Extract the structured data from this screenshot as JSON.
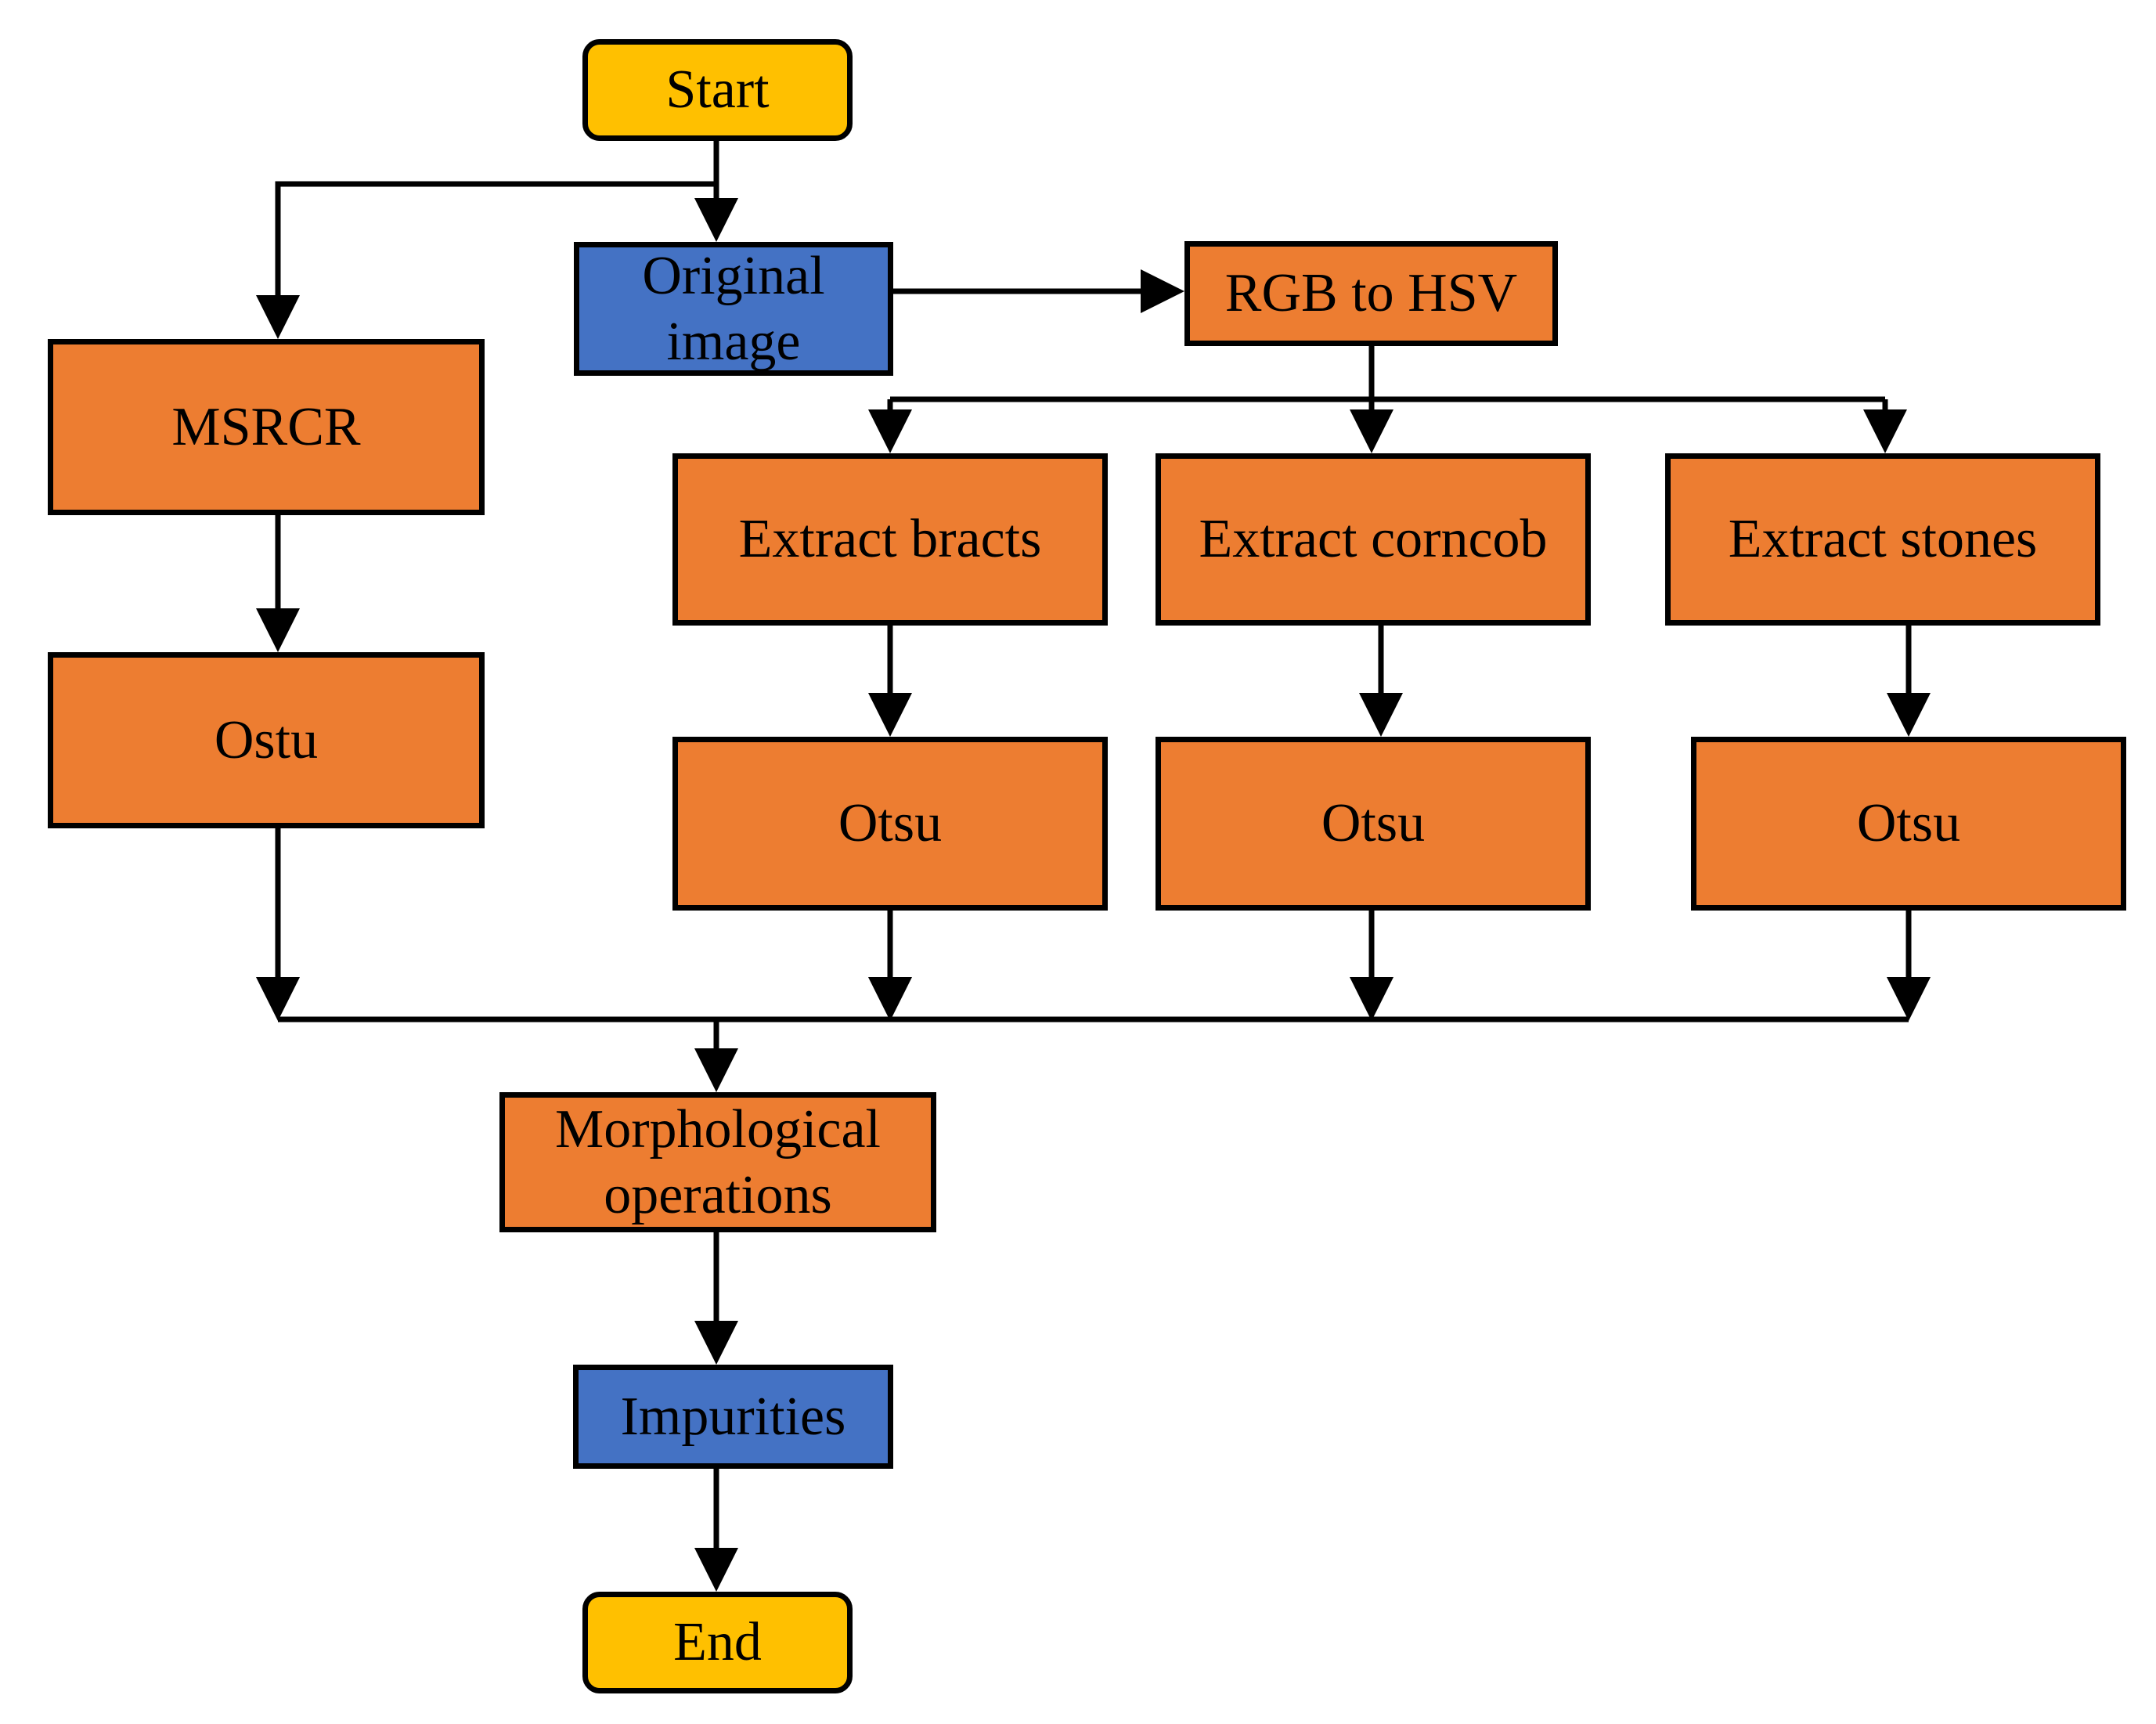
{
  "colors": {
    "terminal": "#FFC000",
    "data": "#4472C4",
    "process": "#ED7D31",
    "line": "#000000"
  },
  "nodes": {
    "start": "Start",
    "original_image": "Original\nimage",
    "rgb_to_hsv": "RGB to HSV",
    "msrcr": "MSRCR",
    "ostu": "Ostu",
    "extract_bracts": "Extract bracts",
    "extract_corncob": "Extract corncob",
    "extract_stones": "Extract stones",
    "otsu_bracts": "Otsu",
    "otsu_corncob": "Otsu",
    "otsu_stones": "Otsu",
    "morphological": "Morphological\noperations",
    "impurities": "Impurities",
    "end": "End"
  },
  "edges": [
    [
      "start",
      "original_image"
    ],
    [
      "start",
      "msrcr"
    ],
    [
      "original_image",
      "rgb_to_hsv"
    ],
    [
      "rgb_to_hsv",
      "extract_bracts"
    ],
    [
      "rgb_to_hsv",
      "extract_corncob"
    ],
    [
      "rgb_to_hsv",
      "extract_stones"
    ],
    [
      "msrcr",
      "ostu"
    ],
    [
      "extract_bracts",
      "otsu_bracts"
    ],
    [
      "extract_corncob",
      "otsu_corncob"
    ],
    [
      "extract_stones",
      "otsu_stones"
    ],
    [
      "ostu",
      "morphological"
    ],
    [
      "otsu_bracts",
      "morphological"
    ],
    [
      "otsu_corncob",
      "morphological"
    ],
    [
      "otsu_stones",
      "morphological"
    ],
    [
      "morphological",
      "impurities"
    ],
    [
      "impurities",
      "end"
    ]
  ]
}
